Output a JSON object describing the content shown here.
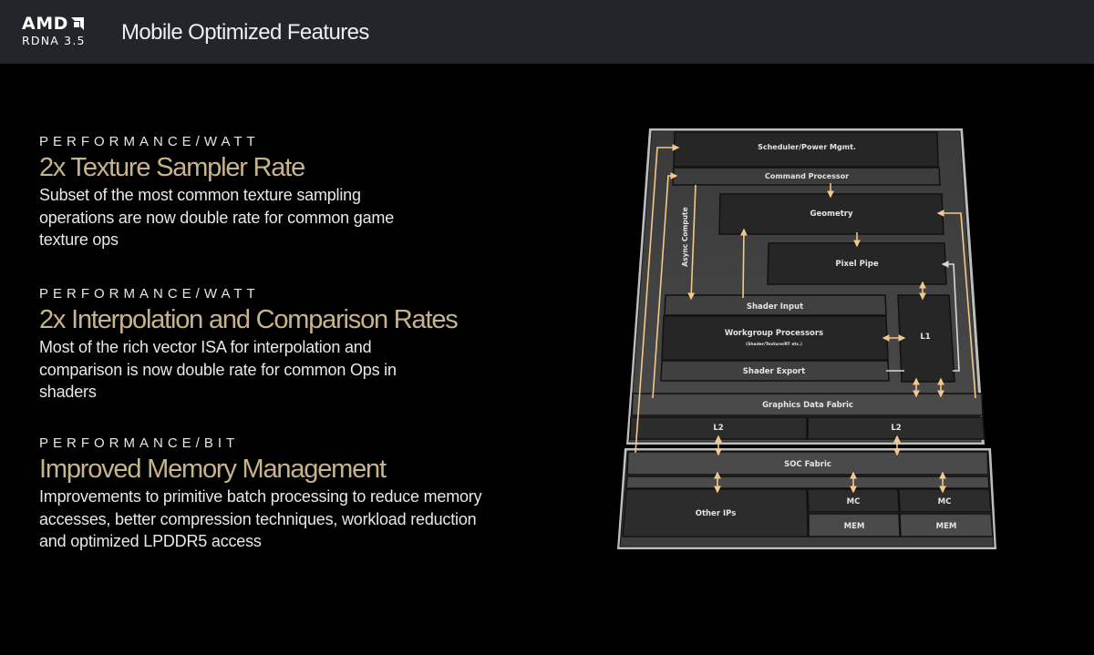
{
  "header": {
    "logo_brand": "AMD",
    "logo_product": "RDNA 3.5",
    "title": "Mobile Optimized Features"
  },
  "features": [
    {
      "category": "PERFORMANCE/WATT",
      "heading": "2x Texture Sampler Rate",
      "description": "Subset of the most common texture sampling operations are now double rate for common game texture ops"
    },
    {
      "category": "PERFORMANCE/WATT",
      "heading": "2x Interpolation and Comparison Rates",
      "description": "Most of the rich vector ISA for interpolation and comparison is now double rate for common Ops in shaders"
    },
    {
      "category": "PERFORMANCE/BIT",
      "heading": "Improved Memory Management",
      "description": "Improvements to primitive batch processing to reduce memory accesses, better compression techniques, workload reduction and optimized LPDDR5 access"
    }
  ],
  "diagram": {
    "blocks": {
      "scheduler": "Scheduler/Power Mgmt.",
      "command_processor": "Command Processor",
      "geometry": "Geometry",
      "pixel_pipe": "Pixel Pipe",
      "async_compute": "Async Compute",
      "shader_input": "Shader Input",
      "workgroup_processors": "Workgroup Processors",
      "workgroup_sub": "(Shader/Texture/RT etc.)",
      "shader_export": "Shader Export",
      "l1": "L1",
      "graphics_data_fabric": "Graphics Data Fabric",
      "l2_left": "L2",
      "l2_right": "L2",
      "soc_fabric": "SOC Fabric",
      "other_ips": "Other IPs",
      "mc_left": "MC",
      "mc_right": "MC",
      "mem_left": "MEM",
      "mem_right": "MEM"
    },
    "colors": {
      "arrow": "#f2c98a",
      "arrow_white": "#d8d8d8"
    }
  }
}
